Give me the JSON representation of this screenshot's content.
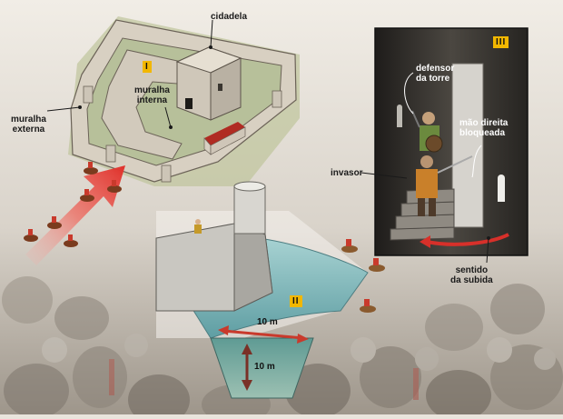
{
  "panel_one": {
    "badge": "I",
    "labels": {
      "citadel": "cidadela",
      "inner_wall": [
        "muralha",
        "interna"
      ],
      "outer_wall": [
        "muralha",
        "externa"
      ]
    }
  },
  "panel_two": {
    "badge": "II",
    "width_label": "10 m",
    "depth_label": "10 m"
  },
  "panel_three": {
    "badge": "III",
    "labels": {
      "tower_defender": [
        "defensor",
        "da torre"
      ],
      "right_hand_blocked": [
        "mão direita",
        "bloqueada"
      ],
      "invader": "invasor",
      "ascent_direction": [
        "sentido",
        "da subida"
      ]
    }
  },
  "colors": {
    "badge": "#f2b700",
    "arrow": "#e0302a",
    "moat_water": "#7fb4b8",
    "panel_dark": "#3a3835"
  }
}
